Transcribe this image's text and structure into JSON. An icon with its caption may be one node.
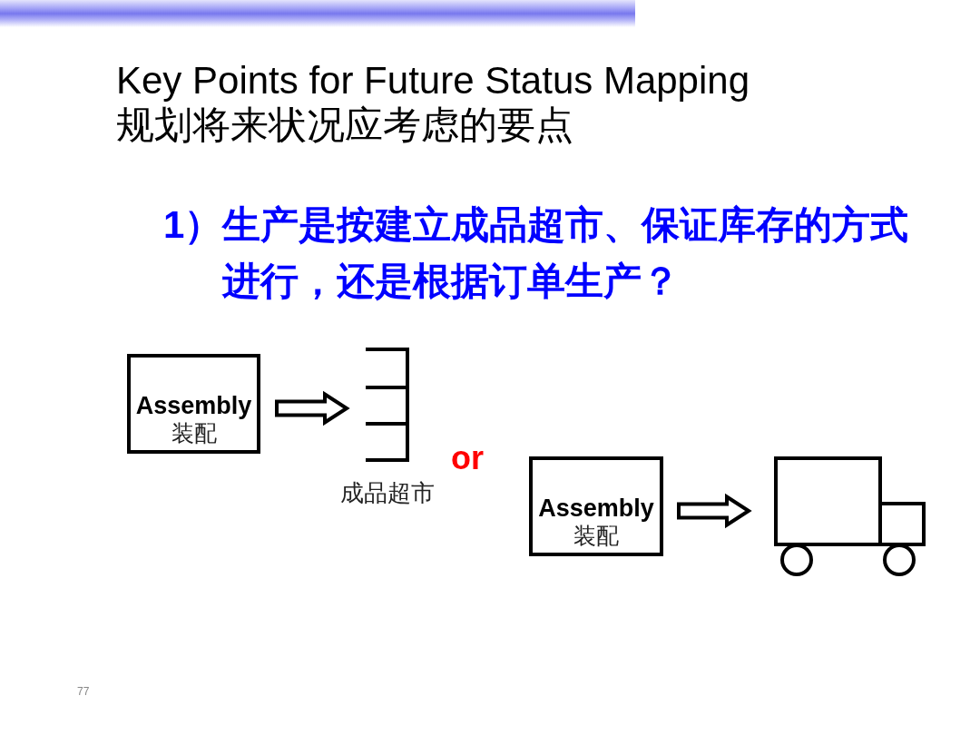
{
  "diagram": {
    "title": "Key Points for Future Status Mapping 规划将来状况应考虑的要点",
    "nodes": [
      {
        "text": [
          "Assembly",
          "装配"
        ]
      },
      {
        "text": [],
        "shape": "picture",
        "beside": [
          "成品超市"
        ]
      },
      {
        "text": [
          "Assembly",
          "装配"
        ]
      },
      {
        "text": [],
        "shape": "truck"
      }
    ],
    "edges": [
      {
        "from": 0,
        "to": 1,
        "arrow": "to"
      },
      {
        "from": 2,
        "to": 3,
        "arrow": "to"
      }
    ],
    "labels": [
      "1）生产是按建立成品超市、保证库存的方式进行，还是根据订单生产？",
      "or",
      "77"
    ]
  }
}
